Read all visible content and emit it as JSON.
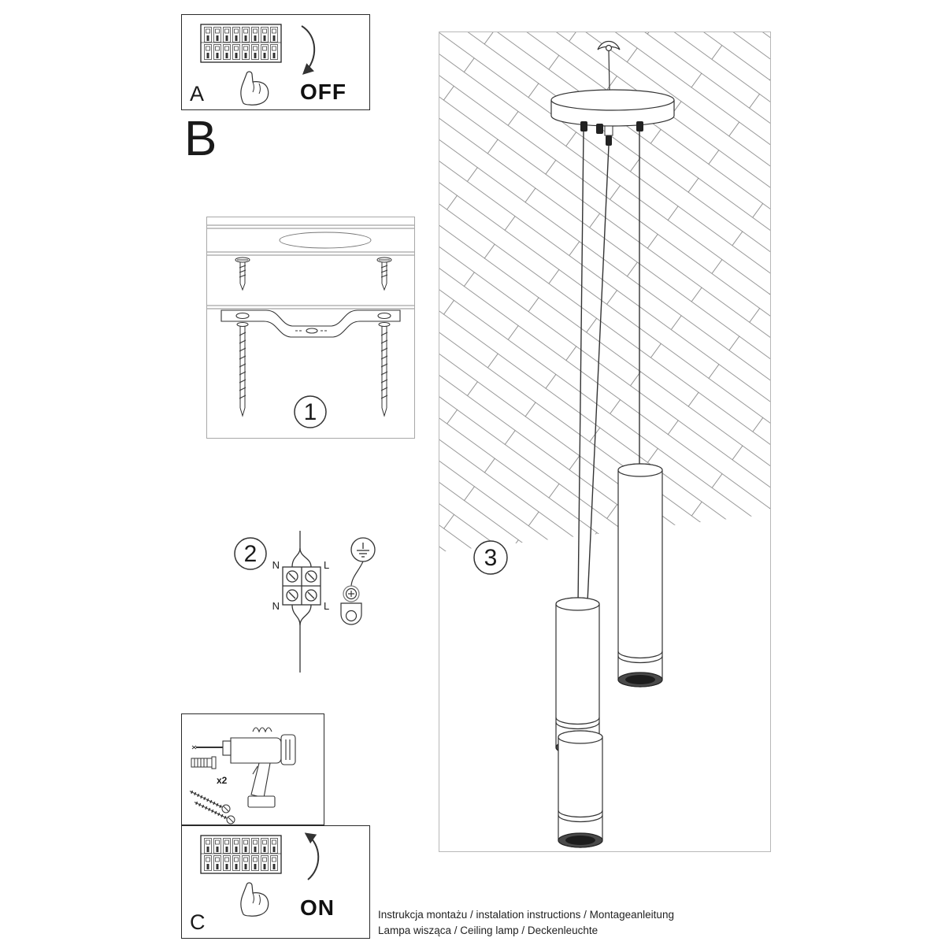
{
  "panel_a": {
    "label": "A",
    "state": "OFF"
  },
  "section_b": {
    "label": "B"
  },
  "steps": {
    "step1": "1",
    "step2": "2",
    "step3": "3"
  },
  "wiring": {
    "top_left": "N",
    "top_right": "L",
    "bottom_left": "N",
    "bottom_right": "L"
  },
  "hardware": {
    "quantity": "x2"
  },
  "panel_c": {
    "label": "C",
    "state": "ON"
  },
  "footer": {
    "line1": "Instrukcja montażu / instalation instructions / Montageanleitung",
    "line2": "Lampa wisząca / Ceiling lamp / Deckenleuchte"
  },
  "colors": {
    "ink": "#1a1a1a",
    "light_line": "#888888",
    "tube_rim": "#4a4a4a"
  }
}
